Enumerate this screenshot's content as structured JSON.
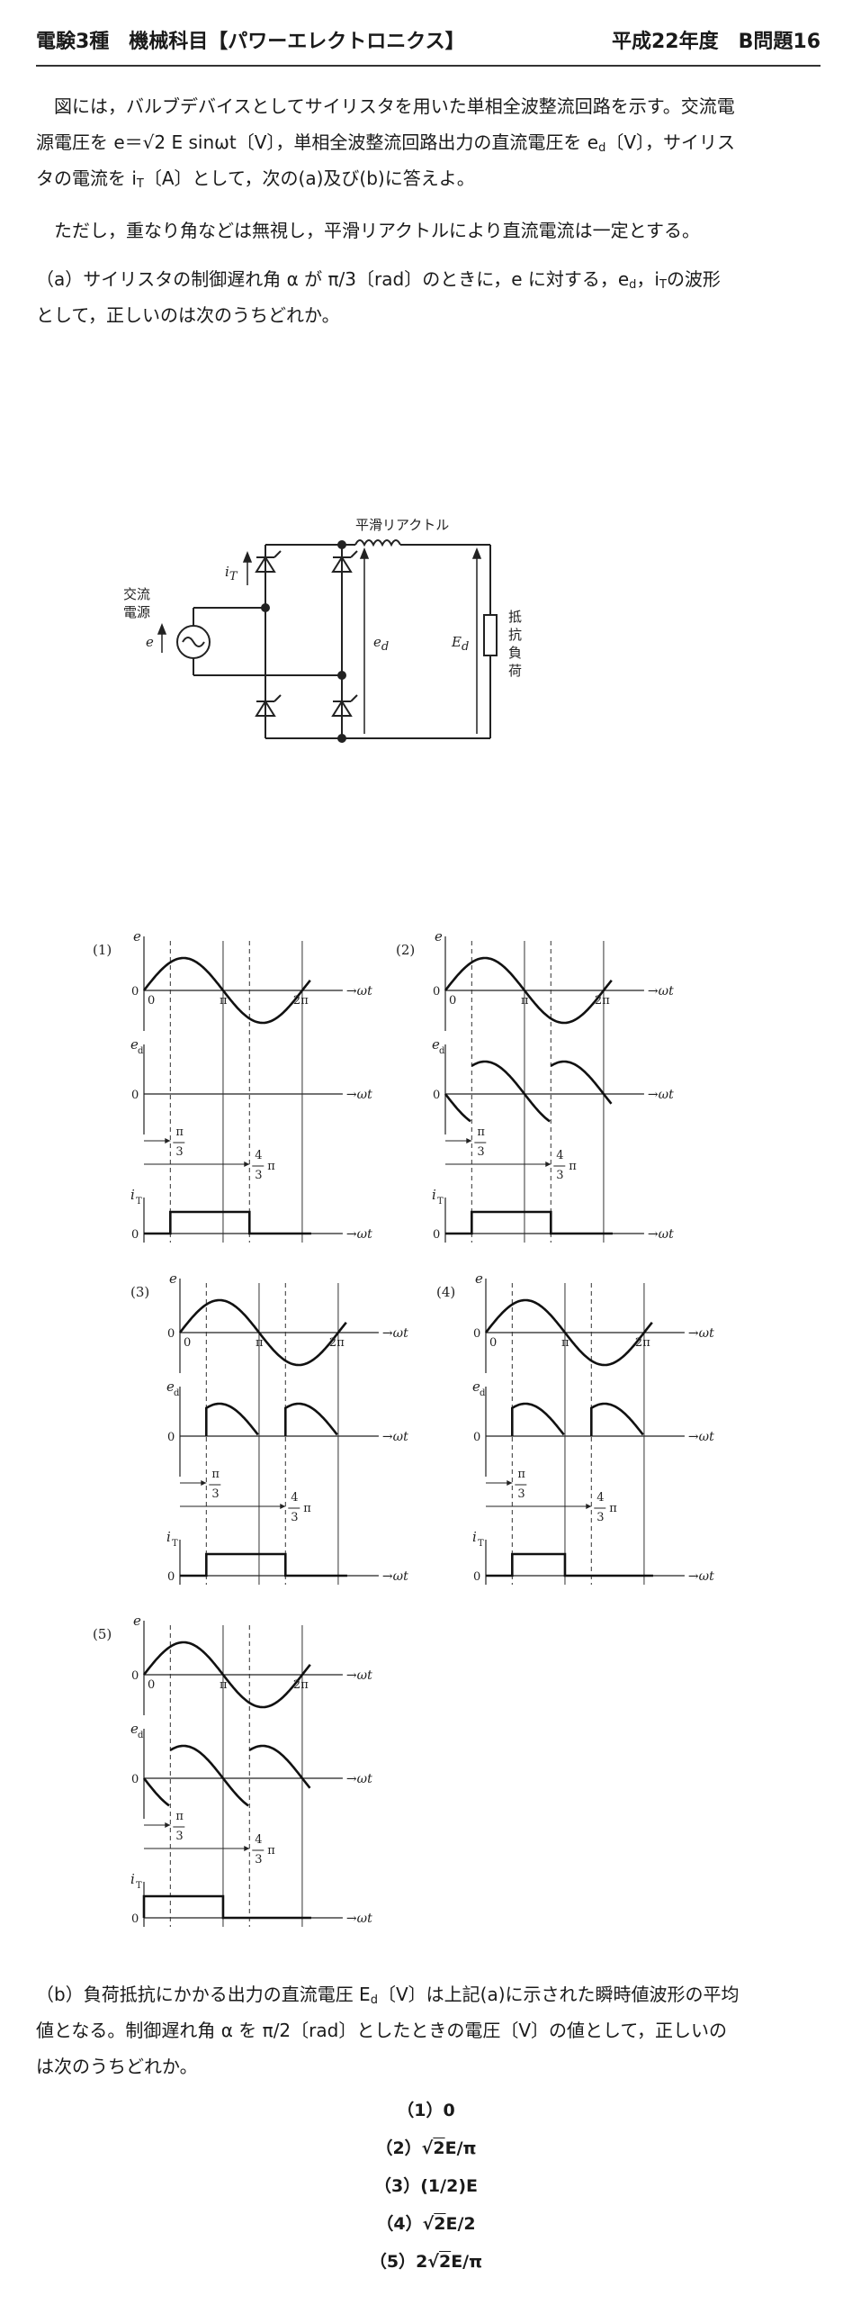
{
  "header": {
    "left_title": "電験3種　機械科目【パワーエレクトロニクス】",
    "right_title": "平成22年度　B問題16"
  },
  "question": {
    "line1": "　図には，バルブデバイスとしてサイリスタを用いた単相全波整流回路を示す。交流電",
    "line2a": "源電圧を e＝√2 E sinωt〔V〕，単相全波整流回路出力の直流電圧を e",
    "line2_sub": "d",
    "line2b": "〔V〕，サイリス",
    "line3a": "タの電流を i",
    "line3_sub": "T",
    "line3b": "〔A〕として，次の(a)及び(b)に答えよ。",
    "note": "　ただし，重なり角などは無視し，平滑リアクトルにより直流電流は一定とする。",
    "part_a_1a": "（a）サイリスタの制御遅れ角 α が π/3〔rad〕のときに，e に対する，e",
    "part_a_1_sub1": "d",
    "part_a_1b": "，i",
    "part_a_1_sub2": "T",
    "part_a_1c": "の波形",
    "part_a_2": "として，正しいのは次のうちどれか。"
  },
  "circuit": {
    "reactor_label": "平滑リアクトル",
    "source_label_1": "交流",
    "source_label_2": "電源",
    "e_label": "e",
    "it_label": "i",
    "it_sub": "T",
    "ed_label": "e",
    "ed_sub": "d",
    "Ed_label": "E",
    "Ed_sub": "d",
    "load_label": [
      "抵",
      "抗",
      "負",
      "荷"
    ]
  },
  "waveforms": {
    "options": [
      "(1)",
      "(2)",
      "(3)",
      "(4)",
      "(5)"
    ],
    "e_label": "e",
    "ed_label": "e",
    "ed_sub": "d",
    "it_label": "i",
    "it_sub": "T",
    "omega_t": "→ωt",
    "zero": "0",
    "pi": "π",
    "two_pi": "2π",
    "pi_over_3_num": "π",
    "pi_over_3_den": "3",
    "four_thirds_num": "4",
    "four_thirds_den": "3",
    "four_thirds_pi": "π"
  },
  "part_b": {
    "line1a": "（b）負荷抵抗にかかる出力の直流電圧 E",
    "line1_sub": "d",
    "line1b": "〔V〕は上記(a)に示された瞬時値波形の平均",
    "line2": "値となる。制御遅れ角 α を π/2〔rad〕としたときの電圧〔V〕の値として，正しいの",
    "line3": "は次のうちどれか。"
  },
  "answers": [
    {
      "num": "（1）",
      "pre": "0",
      "rad": "",
      "post": ""
    },
    {
      "num": "（2）",
      "pre": "√",
      "rad": "2",
      "post": "E/π"
    },
    {
      "num": "（3）",
      "pre": "(1/2)E",
      "rad": "",
      "post": ""
    },
    {
      "num": "（4）",
      "pre": "√",
      "rad": "2",
      "post": "E/2"
    },
    {
      "num": "（5）",
      "pre": "2√",
      "rad": "2",
      "post": "E/π"
    }
  ]
}
